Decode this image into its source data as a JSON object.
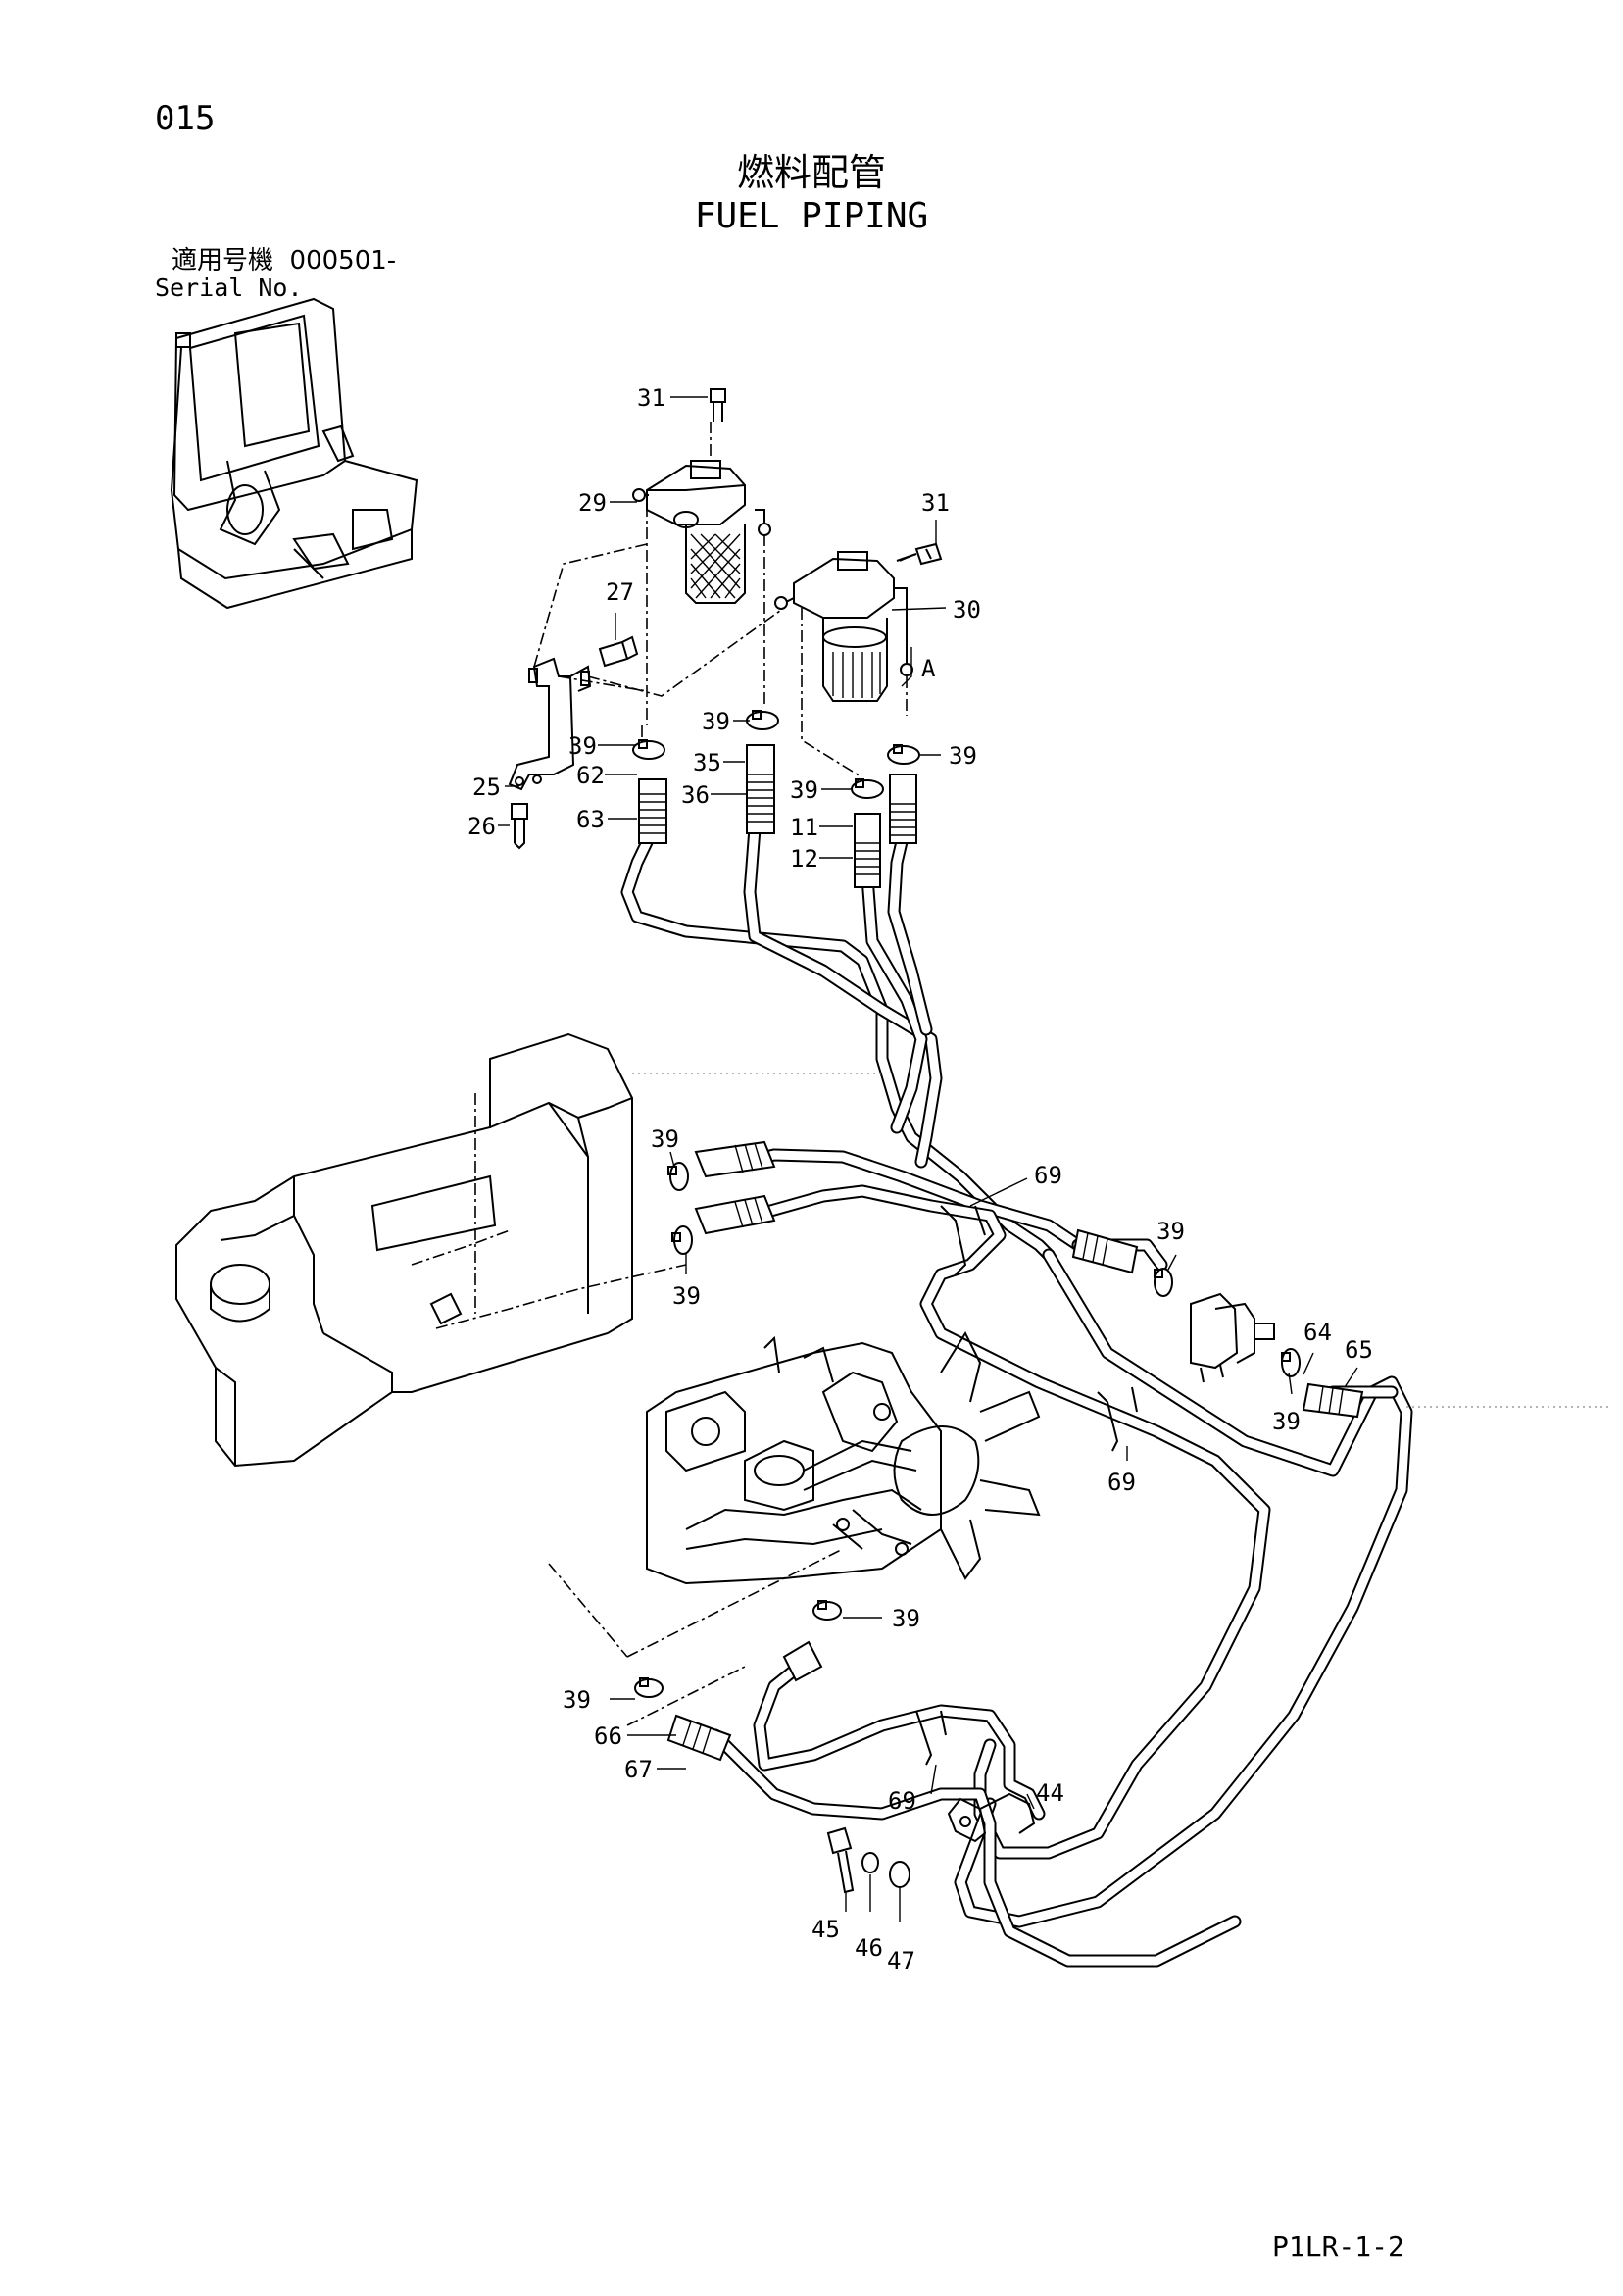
{
  "header": {
    "page_number": "015",
    "title_jp": "燃料配管",
    "title_en": "FUEL PIPING",
    "serial_label_jp": "適用号機",
    "serial_value": "000501-",
    "serial_label_en": "Serial No."
  },
  "footer": {
    "page_code": "P1LR-1-2"
  },
  "callouts": {
    "c31a": "31",
    "c29": "29",
    "c31b": "31",
    "c27": "27",
    "c30": "30",
    "cA": "A",
    "c39a": "39",
    "c39b": "39",
    "c39c": "39",
    "c39d": "39",
    "c25": "25",
    "c62": "62",
    "c35": "35",
    "c36": "36",
    "c63": "63",
    "c11": "11",
    "c12": "12",
    "c26": "26",
    "c39e": "39",
    "c39f": "39",
    "c69a": "69",
    "c39g": "39",
    "c64": "64",
    "c65": "65",
    "c39h": "39",
    "c69b": "69",
    "c39i": "39",
    "c39j": "39",
    "c66": "66",
    "c67": "67",
    "c69c": "69",
    "c44": "44",
    "c45": "45",
    "c46": "46",
    "c47": "47"
  }
}
